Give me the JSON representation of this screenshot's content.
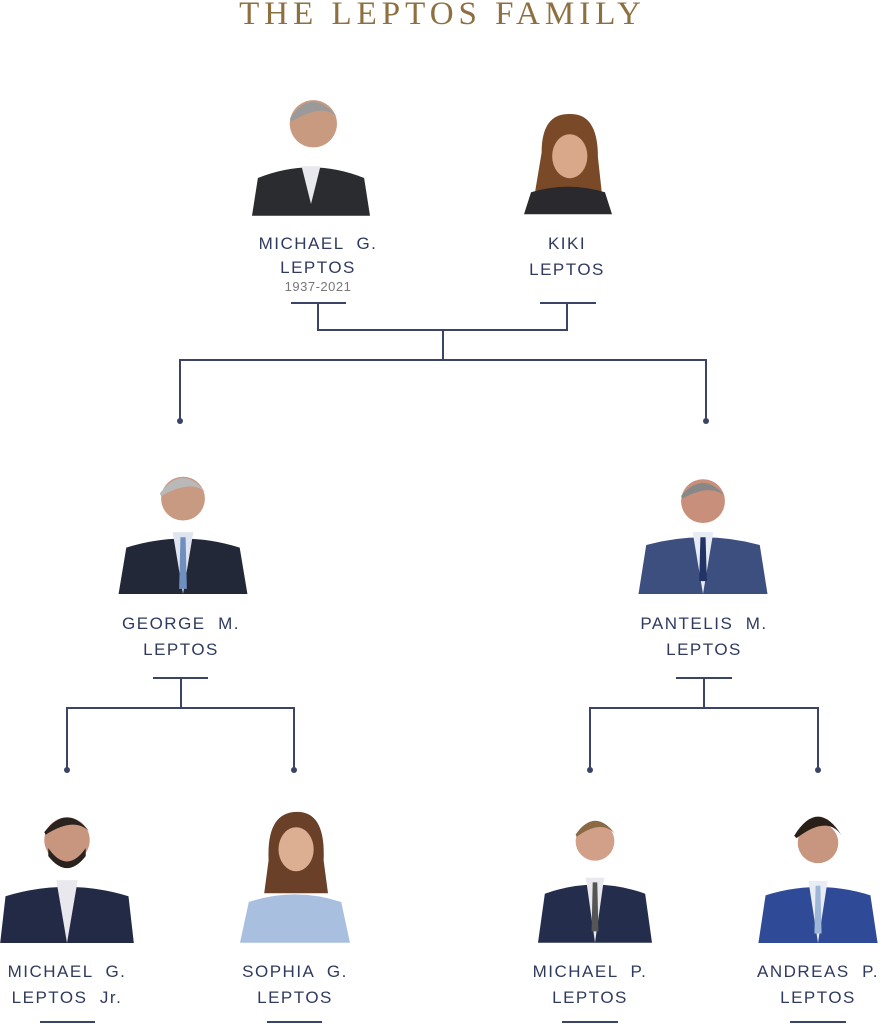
{
  "title": "THE LEPTOS FAMILY",
  "colors": {
    "title": "#8e7040",
    "text": "#2f3a5e",
    "line": "#3a4466"
  },
  "people": {
    "michael_g": {
      "line1": "MICHAEL  G.",
      "line2": "LEPTOS",
      "years": "1937-2021"
    },
    "kiki": {
      "line1": "KIKI",
      "line2": "LEPTOS"
    },
    "george": {
      "line1": "GEORGE  M.",
      "line2": "LEPTOS"
    },
    "pantelis": {
      "line1": "PANTELIS  M.",
      "line2": "LEPTOS"
    },
    "michael_jr": {
      "line1": "MICHAEL  G.",
      "line2": "LEPTOS  Jr."
    },
    "sophia": {
      "line1": "SOPHIA  G.",
      "line2": "LEPTOS"
    },
    "michael_p": {
      "line1": "MICHAEL  P.",
      "line2": "LEPTOS"
    },
    "andreas": {
      "line1": "ANDREAS  P.",
      "line2": "LEPTOS"
    }
  }
}
